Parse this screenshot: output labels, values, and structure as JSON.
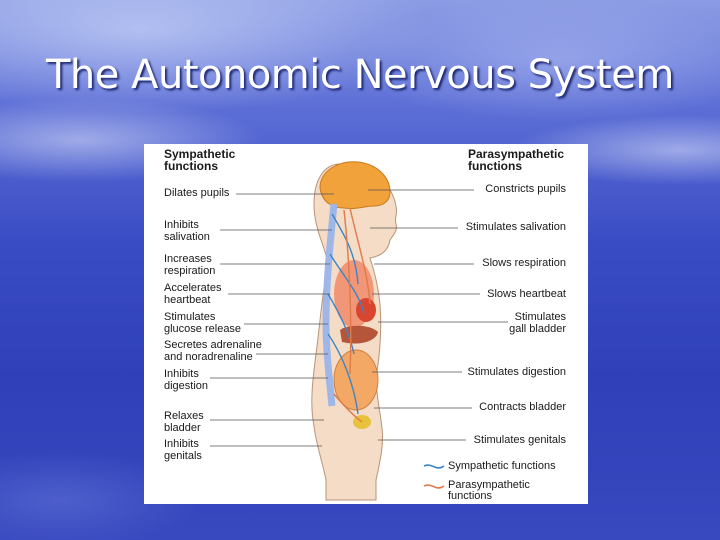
{
  "slide": {
    "title": "The Autonomic Nervous System"
  },
  "figure": {
    "left_header": "Sympathetic\nfunctions",
    "right_header": "Parasympathetic\nfunctions",
    "sympathetic": [
      "Dilates pupils",
      "Inhibits\nsalivation",
      "Increases\nrespiration",
      "Accelerates\nheartbeat",
      "Stimulates\nglucose release",
      "Secretes adrenaline\nand noradrenaline",
      "Inhibits\ndigestion",
      "Relaxes\nbladder",
      "Inhibits\ngenitals"
    ],
    "parasympathetic": [
      "Constricts pupils",
      "Stimulates salivation",
      "Slows respiration",
      "Slows heartbeat",
      "Stimulates\ngall bladder",
      "Stimulates digestion",
      "Contracts bladder",
      "Stimulates genitals"
    ],
    "legend": [
      {
        "label": "Sympathetic functions",
        "color": "#3a86c8"
      },
      {
        "label": "Parasympathetic\nfunctions",
        "color": "#e07a4a"
      }
    ]
  }
}
